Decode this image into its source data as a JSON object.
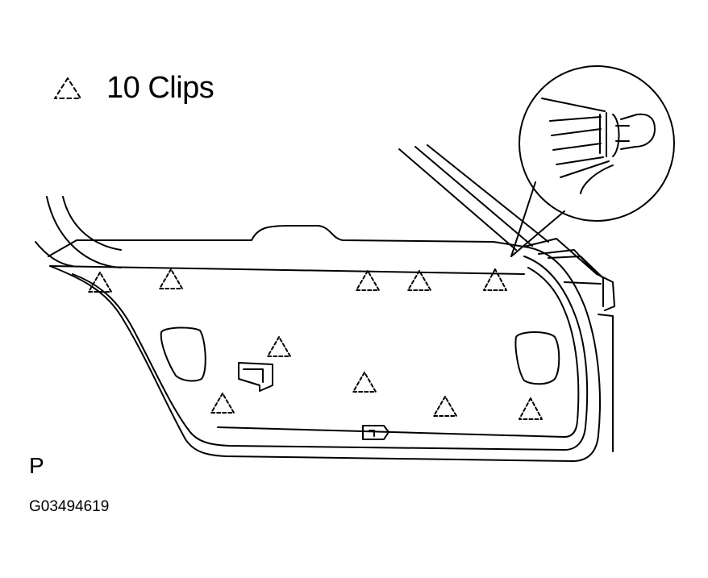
{
  "legend": {
    "symbol": "clip-triangle",
    "text": "10 Clips"
  },
  "view_letter": "P",
  "figure_code": "G03494619",
  "clip_count": 10,
  "colors": {
    "line": "#000000",
    "background": "#ffffff"
  }
}
